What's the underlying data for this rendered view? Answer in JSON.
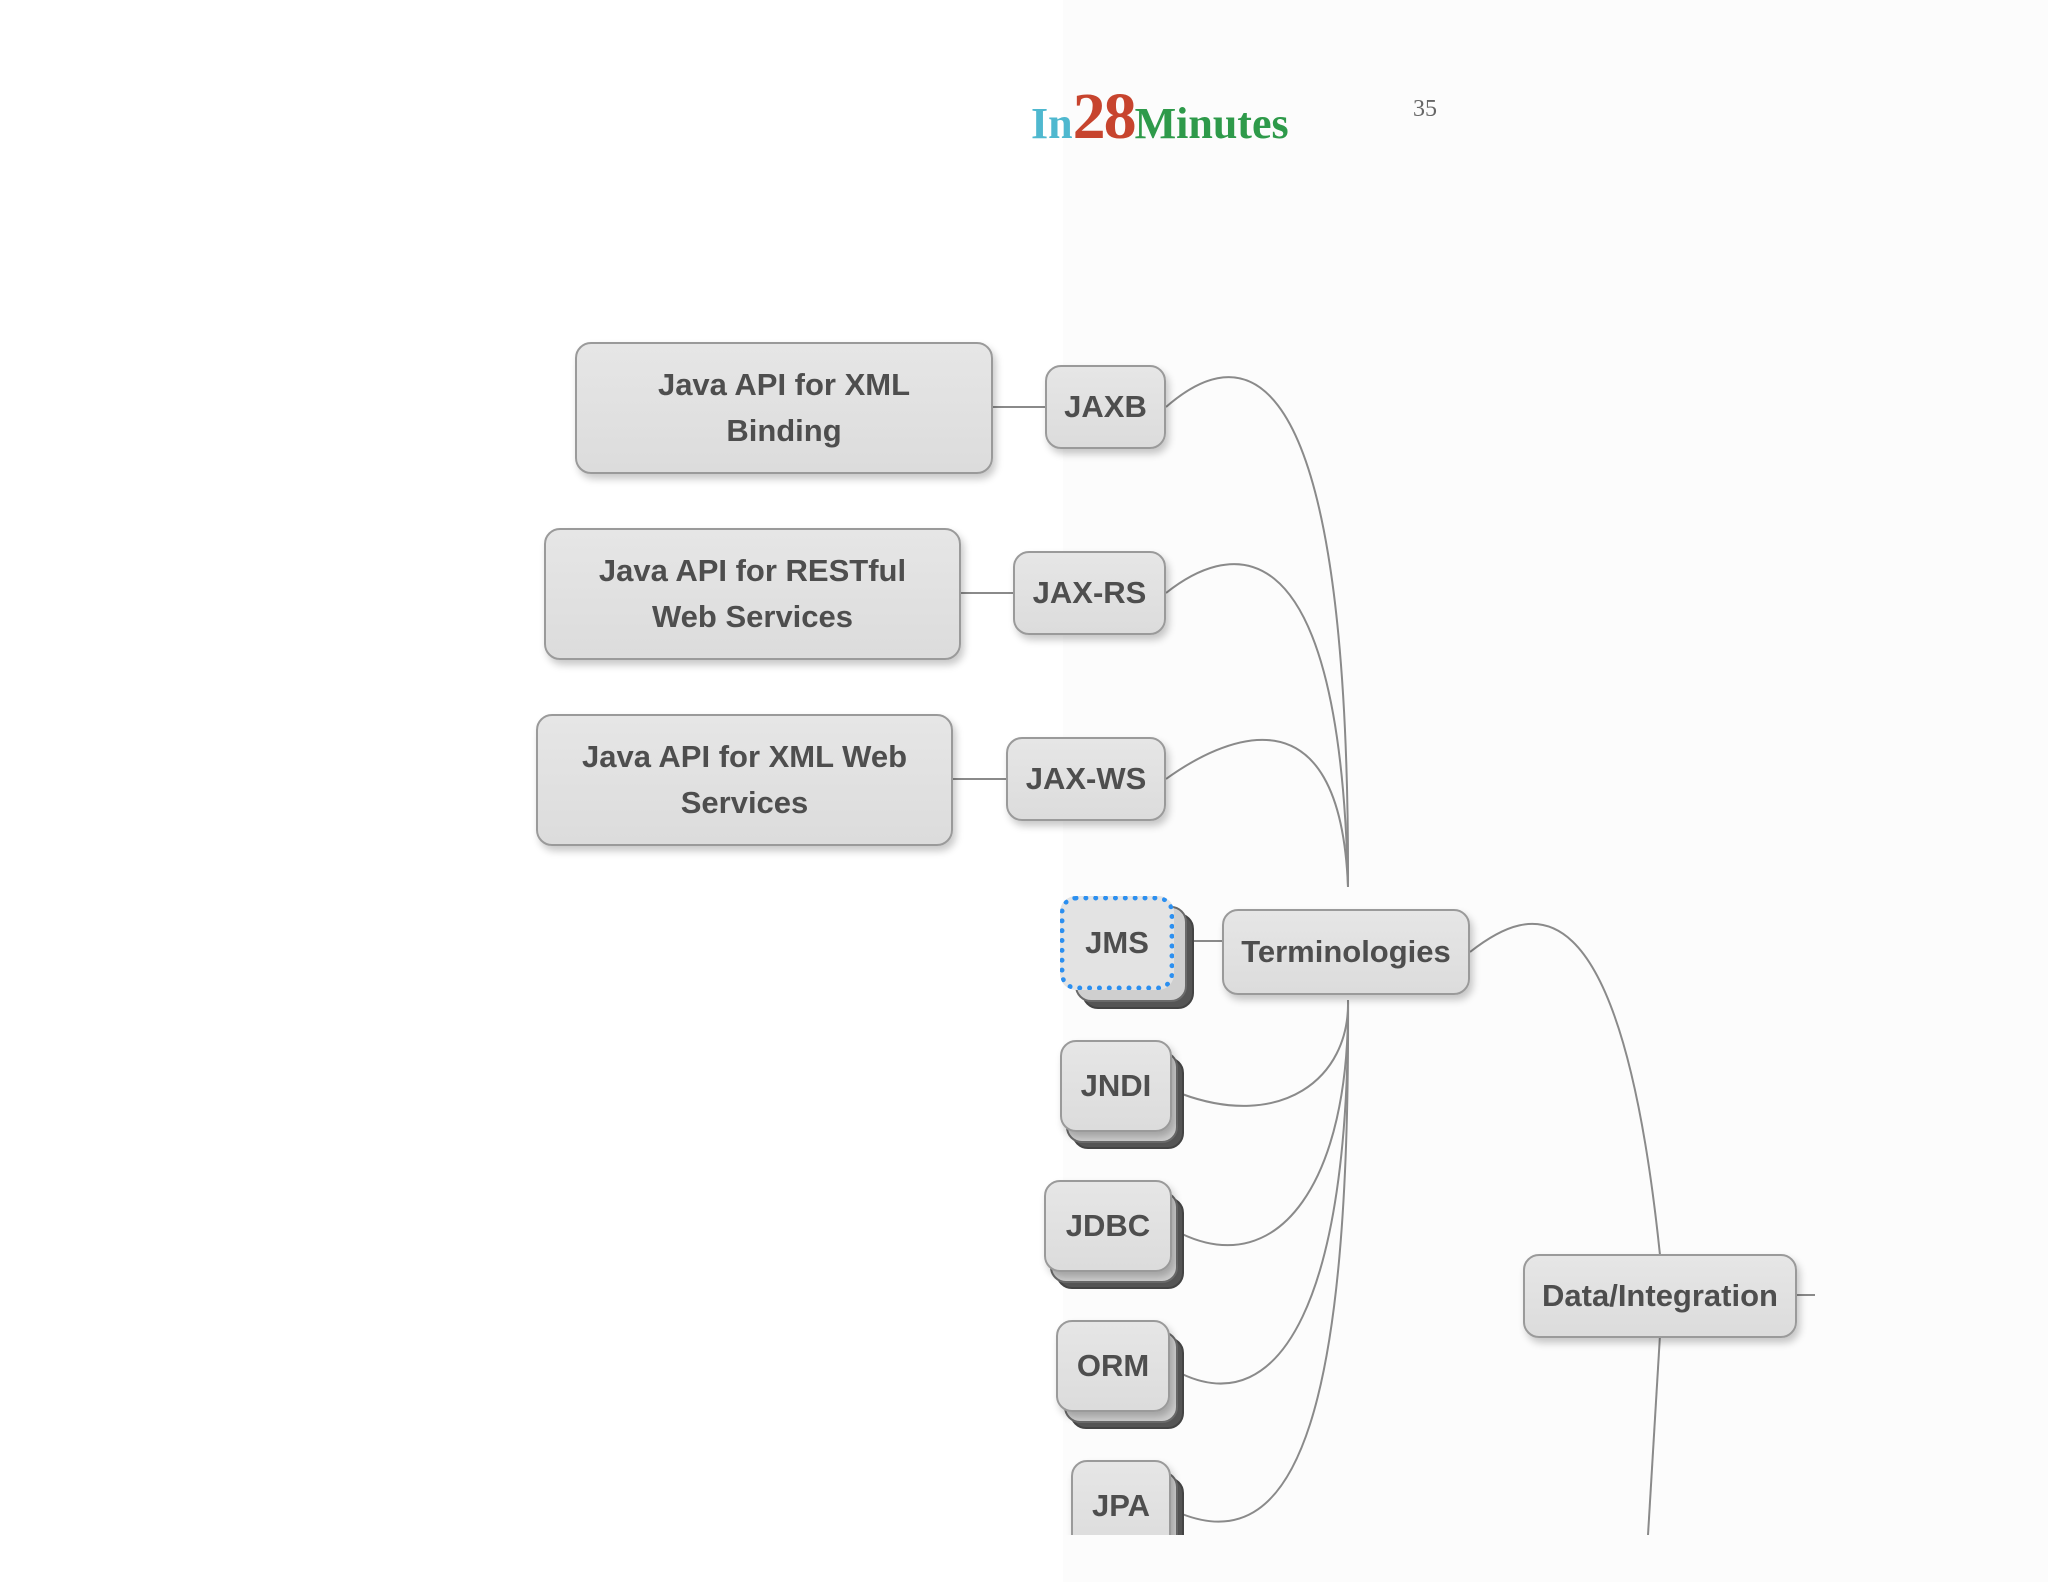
{
  "header": {
    "logo_in": "In",
    "logo_28": "28",
    "logo_minutes": "Minutes",
    "page_number": "35"
  },
  "diagram": {
    "hub": "Terminologies",
    "parent": "Data/Integration",
    "terms": [
      {
        "label": "JAXB",
        "description_line1": "Java API for XML",
        "description_line2": "Binding"
      },
      {
        "label": "JAX-RS",
        "description_line1": "Java API for RESTful",
        "description_line2": "Web Services"
      },
      {
        "label": "JAX-WS",
        "description_line1": "Java API for XML Web",
        "description_line2": "Services"
      }
    ],
    "collapsed_terms": [
      "JMS",
      "JNDI",
      "JDBC",
      "ORM",
      "JPA"
    ],
    "selected_term": "JMS"
  },
  "colors": {
    "node_fill": "#e0e0e0",
    "node_border": "#9a9a9a",
    "node_text": "#4e4e4e",
    "selection": "#2b8ff0",
    "connector": "#8a8a8a"
  }
}
